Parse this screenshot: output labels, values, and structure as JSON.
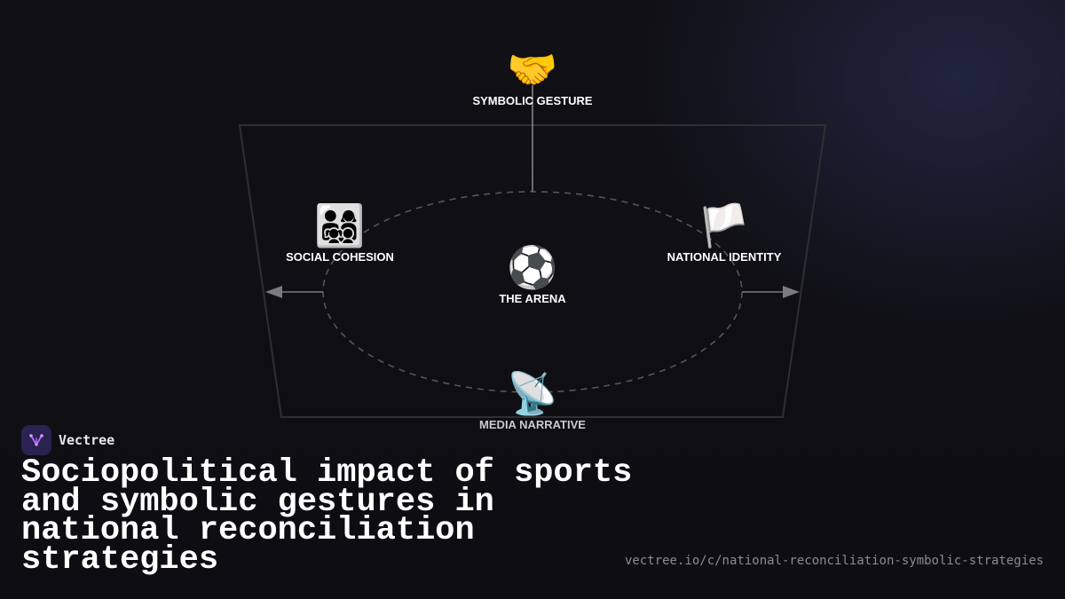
{
  "diagram": {
    "nodes": {
      "top": {
        "icon": "handshake-icon",
        "emoji": "🤝",
        "label": "SYMBOLIC GESTURE"
      },
      "left": {
        "icon": "family-icon",
        "emoji": "👨‍👩‍👧‍👦",
        "label": "SOCIAL COHESION"
      },
      "center": {
        "icon": "soccer-ball-icon",
        "emoji": "⚽",
        "label": "THE ARENA"
      },
      "right": {
        "icon": "white-flag-icon",
        "emoji": "🏳️",
        "label": "NATIONAL IDENTITY"
      },
      "bottom": {
        "icon": "satellite-dish-icon",
        "emoji": "📡",
        "label": "MEDIA NARRATIVE"
      }
    }
  },
  "brand": {
    "name": "Vectree",
    "logo_icon": "vectree-logo-icon"
  },
  "title": "Sociopolitical impact of sports and symbolic gestures in national reconciliation strategies",
  "url": "vectree.io/c/national-reconciliation-symbolic-strategies",
  "colors": {
    "background": "#0f0f13",
    "frame_stroke": "#2e2e33",
    "connector": "#8a8a90",
    "arrow": "#7a7a80",
    "logo_bg": "#2a2250",
    "logo_accent": "#b36bff"
  }
}
